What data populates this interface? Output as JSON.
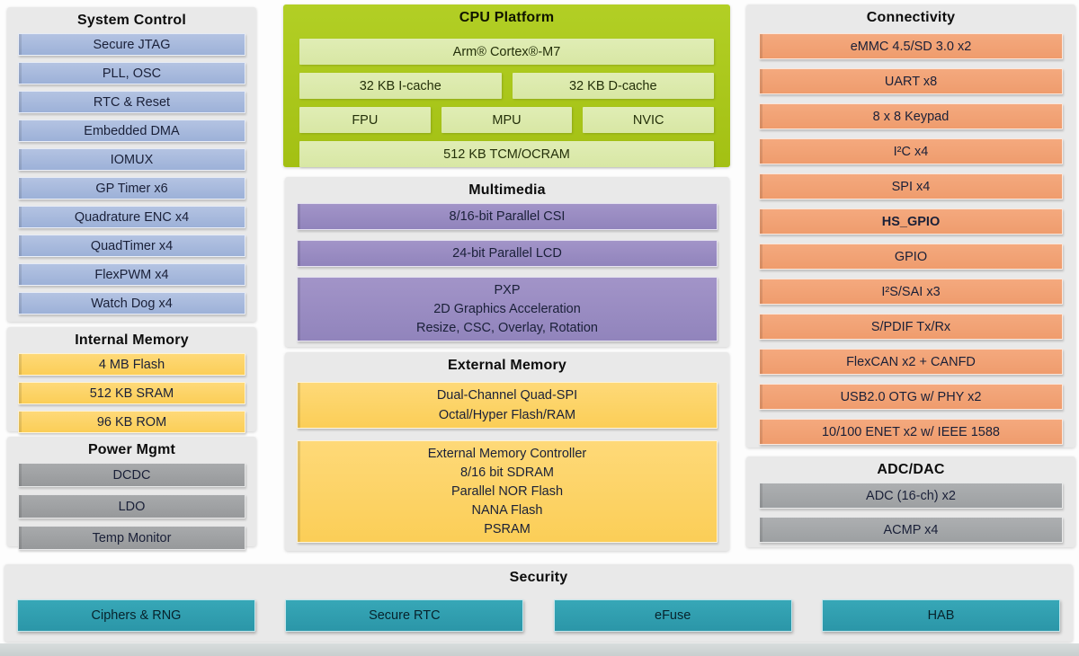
{
  "panels": {
    "system_control": {
      "title": "System Control",
      "items": [
        "Secure JTAG",
        "PLL, OSC",
        "RTC & Reset",
        "Embedded DMA",
        "IOMUX",
        "GP Timer x6",
        "Quadrature ENC x4",
        "QuadTimer x4",
        "FlexPWM x4",
        "Watch Dog x4"
      ]
    },
    "internal_memory": {
      "title": "Internal Memory",
      "items": [
        "4 MB Flash",
        "512 KB SRAM",
        "96 KB ROM"
      ]
    },
    "power_mgmt": {
      "title": "Power Mgmt",
      "items": [
        "DCDC",
        "LDO",
        "Temp Monitor"
      ]
    },
    "cpu_platform": {
      "title": "CPU Platform",
      "core": "Arm® Cortex®-M7",
      "icache": "32 KB I-cache",
      "dcache": "32 KB D-cache",
      "fpu": "FPU",
      "mpu": "MPU",
      "nvic": "NVIC",
      "tcm": "512 KB TCM/OCRAM"
    },
    "multimedia": {
      "title": "Multimedia",
      "items": [
        "8/16-bit Parallel CSI",
        "24-bit Parallel LCD"
      ],
      "pxp_lines": [
        "PXP",
        "2D Graphics Acceleration",
        "Resize, CSC, Overlay, Rotation"
      ]
    },
    "external_memory": {
      "title": "External Memory",
      "quadspi_lines": [
        "Dual-Channel Quad-SPI",
        "Octal/Hyper Flash/RAM"
      ],
      "emc_lines": [
        "External Memory Controller",
        "8/16 bit SDRAM",
        "Parallel NOR Flash",
        "NANA Flash",
        "PSRAM"
      ]
    },
    "connectivity": {
      "title": "Connectivity",
      "items": [
        "eMMC 4.5/SD 3.0 x2",
        "UART x8",
        "8 x 8 Keypad",
        "I²C x4",
        "SPI  x4",
        "HS_GPIO",
        "GPIO",
        "I²S/SAI x3",
        "S/PDIF Tx/Rx",
        "FlexCAN x2 + CANFD",
        "USB2.0 OTG w/ PHY x2",
        "10/100 ENET x2 w/ IEEE 1588"
      ]
    },
    "adc_dac": {
      "title": "ADC/DAC",
      "items": [
        "ADC (16-ch) x2",
        "ACMP x4"
      ]
    },
    "security": {
      "title": "Security",
      "items": [
        "Ciphers & RNG",
        "Secure RTC",
        "eFuse",
        "HAB"
      ]
    }
  },
  "colors": {
    "blue": "#a7b9dc",
    "yellow": "#fcd367",
    "gray": "#9fa1a3",
    "lime_panel": "#abc71d",
    "pale_green": "#dcebad",
    "purple": "#9a8cc3",
    "orange": "#f2a377",
    "teal": "#2f9fb0",
    "panel_gray": "#e9e9e9"
  }
}
